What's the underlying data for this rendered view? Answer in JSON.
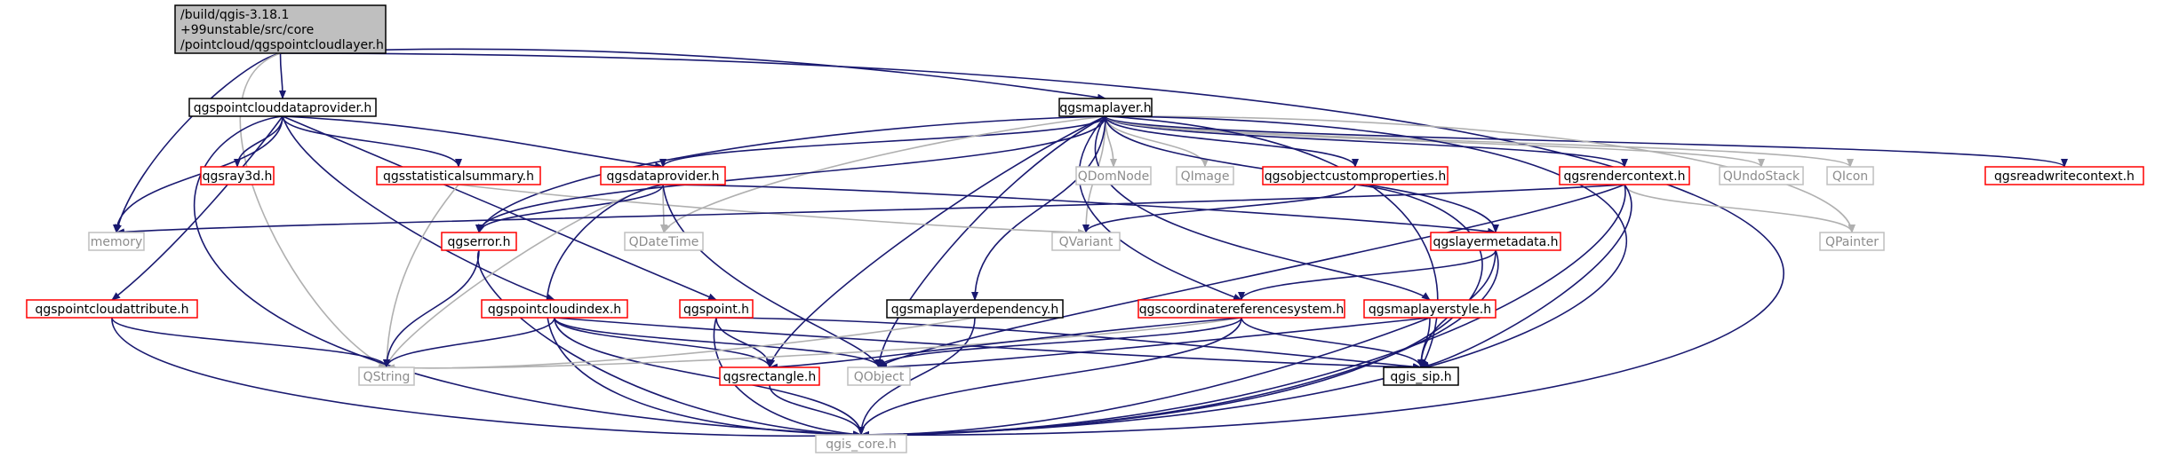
{
  "colors": {
    "black": "#000000",
    "red": "#ff0000",
    "gray": "#bfbfbf",
    "root_fill": "#bfbfbf",
    "edge_navy": "#191970",
    "edge_gray": "#b0b0b0",
    "text_gray": "#8c8c8c"
  },
  "graph": {
    "nodes": [
      {
        "id": "root",
        "lines": [
          "/build/qgis-3.18.1",
          "+99unstable/src/core",
          "/pointcloud/qgspointcloudlayer.h"
        ],
        "style": "root"
      },
      {
        "id": "pcdp",
        "lines": [
          "qgspointclouddataprovider.h"
        ],
        "style": "black"
      },
      {
        "id": "maplayer",
        "lines": [
          "qgsmaplayer.h"
        ],
        "style": "black"
      },
      {
        "id": "memory",
        "lines": [
          "memory"
        ],
        "style": "gray"
      },
      {
        "id": "ray3d",
        "lines": [
          "qgsray3d.h"
        ],
        "style": "red"
      },
      {
        "id": "statsum",
        "lines": [
          "qgsstatisticalsummary.h"
        ],
        "style": "red"
      },
      {
        "id": "dataprovider",
        "lines": [
          "qgsdataprovider.h"
        ],
        "style": "red"
      },
      {
        "id": "qdomnode",
        "lines": [
          "QDomNode"
        ],
        "style": "gray"
      },
      {
        "id": "qimage",
        "lines": [
          "QImage"
        ],
        "style": "gray"
      },
      {
        "id": "objcustom",
        "lines": [
          "qgsobjectcustomproperties.h"
        ],
        "style": "red"
      },
      {
        "id": "rendercontext",
        "lines": [
          "qgsrendercontext.h"
        ],
        "style": "red"
      },
      {
        "id": "qundostack",
        "lines": [
          "QUndoStack"
        ],
        "style": "gray"
      },
      {
        "id": "qicon",
        "lines": [
          "QIcon"
        ],
        "style": "gray"
      },
      {
        "id": "readwrite",
        "lines": [
          "qgsreadwritecontext.h"
        ],
        "style": "red"
      },
      {
        "id": "qdatetime",
        "lines": [
          "QDateTime"
        ],
        "style": "gray"
      },
      {
        "id": "qvariant",
        "lines": [
          "QVariant"
        ],
        "style": "gray"
      },
      {
        "id": "layermeta",
        "lines": [
          "qgslayermetadata.h"
        ],
        "style": "red"
      },
      {
        "id": "qpainter",
        "lines": [
          "QPainter"
        ],
        "style": "gray"
      },
      {
        "id": "qgserror",
        "lines": [
          "qgserror.h"
        ],
        "style": "red"
      },
      {
        "id": "pcattr",
        "lines": [
          "qgspointcloudattribute.h"
        ],
        "style": "red"
      },
      {
        "id": "pcindex",
        "lines": [
          "qgspointcloudindex.h"
        ],
        "style": "red"
      },
      {
        "id": "qgspoint",
        "lines": [
          "qgspoint.h"
        ],
        "style": "red"
      },
      {
        "id": "mldep",
        "lines": [
          "qgsmaplayerdependency.h"
        ],
        "style": "black"
      },
      {
        "id": "crs",
        "lines": [
          "qgscoordinatereferencesystem.h"
        ],
        "style": "red"
      },
      {
        "id": "mlstyle",
        "lines": [
          "qgsmaplayerstyle.h"
        ],
        "style": "red"
      },
      {
        "id": "qstring",
        "lines": [
          "QString"
        ],
        "style": "gray"
      },
      {
        "id": "qgsrect",
        "lines": [
          "qgsrectangle.h"
        ],
        "style": "red"
      },
      {
        "id": "qobject",
        "lines": [
          "QObject"
        ],
        "style": "gray"
      },
      {
        "id": "qgissip",
        "lines": [
          "qgis_sip.h"
        ],
        "style": "black"
      },
      {
        "id": "qgiscore",
        "lines": [
          "qgis_core.h"
        ],
        "style": "gray"
      }
    ]
  }
}
